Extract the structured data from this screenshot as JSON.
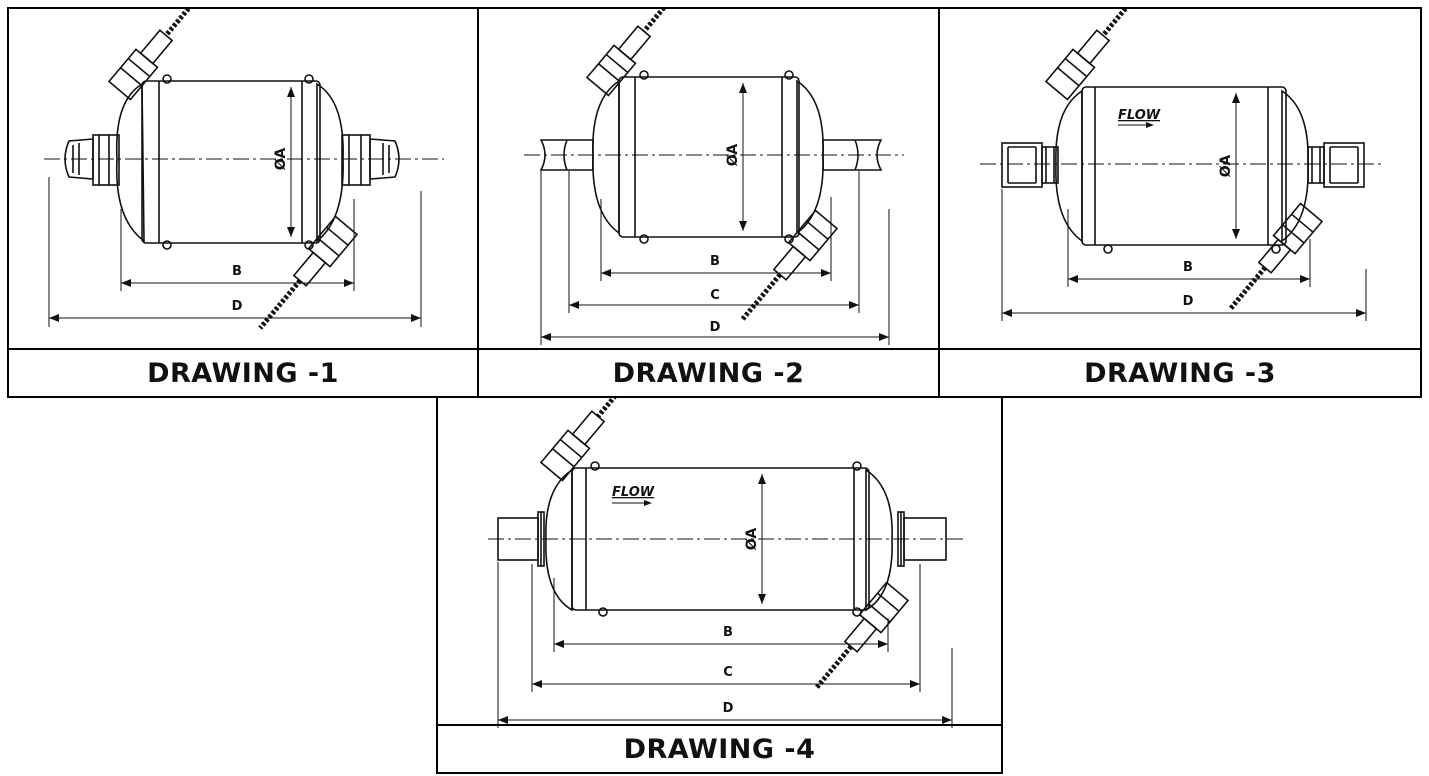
{
  "drawings": [
    {
      "caption": "DRAWING -1",
      "diameter_label": "ØA",
      "dims": [
        "B",
        "D"
      ],
      "flow_label": ""
    },
    {
      "caption": "DRAWING -2",
      "diameter_label": "ØA",
      "dims": [
        "B",
        "C",
        "D"
      ],
      "flow_label": ""
    },
    {
      "caption": "DRAWING -3",
      "diameter_label": "ØA",
      "dims": [
        "B",
        "D"
      ],
      "flow_label": "FLOW"
    },
    {
      "caption": "DRAWING -4",
      "diameter_label": "ØA",
      "dims": [
        "B",
        "C",
        "D"
      ],
      "flow_label": "FLOW"
    }
  ]
}
